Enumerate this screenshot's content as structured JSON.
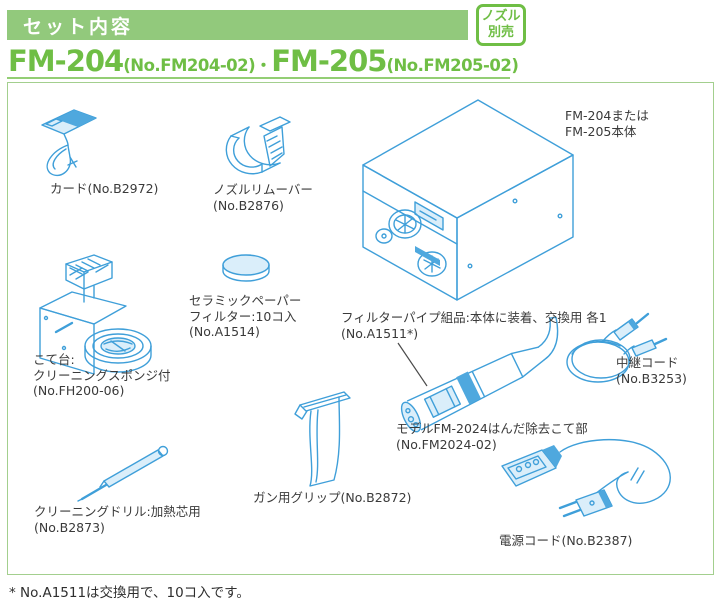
{
  "colors": {
    "green_bar": "#92c97c",
    "green_accent": "#6fbe45",
    "green_border": "#a3cf8e",
    "blue_line": "#3f9fd9",
    "blue_fill": "#daeefa",
    "blue_solid": "#4fa8de",
    "ink": "#3a3a3a"
  },
  "header": {
    "bar_title": "セット内容",
    "badge": {
      "line1": "ノズル",
      "line2": "別売"
    }
  },
  "title": {
    "model1": "FM-204",
    "model1_no": "(No.FM204-02)",
    "separator": "・",
    "model2": "FM-205",
    "model2_no": "(No.FM205-02)"
  },
  "items": {
    "card": {
      "lines": [
        "カード(No.B2972)"
      ]
    },
    "nozzle_remover": {
      "lines": [
        "ノズルリムーバー",
        "(No.B2876)"
      ]
    },
    "main_unit": {
      "lines": [
        "FM-204または",
        "FM-205本体"
      ]
    },
    "iron_stand": {
      "lines": [
        "こて台:",
        "クリーニングスポンジ付",
        "(No.FH200-06)"
      ]
    },
    "ceramic_filter": {
      "lines": [
        "セラミックペーパー",
        "フィルター:10コ入",
        "(No.A1514)"
      ]
    },
    "filter_pipe": {
      "lines": [
        "フィルターパイプ組品:本体に装着、交換用 各1",
        "(No.A1511*)"
      ]
    },
    "desolder_iron": {
      "lines": [
        "モデルFM-2024はんだ除去こて部",
        "(No.FM2024-02)"
      ]
    },
    "relay_cord": {
      "lines": [
        "中継コード",
        "(No.B3253)"
      ]
    },
    "gun_grip": {
      "lines": [
        "ガン用グリップ(No.B2872)"
      ]
    },
    "cleaning_drill": {
      "lines": [
        "クリーニングドリル:加熱芯用",
        "(No.B2873)"
      ]
    },
    "power_cord": {
      "lines": [
        "電源コード(No.B2387)"
      ]
    }
  },
  "footnote": "* No.A1511は交換用で、10コ入です。"
}
